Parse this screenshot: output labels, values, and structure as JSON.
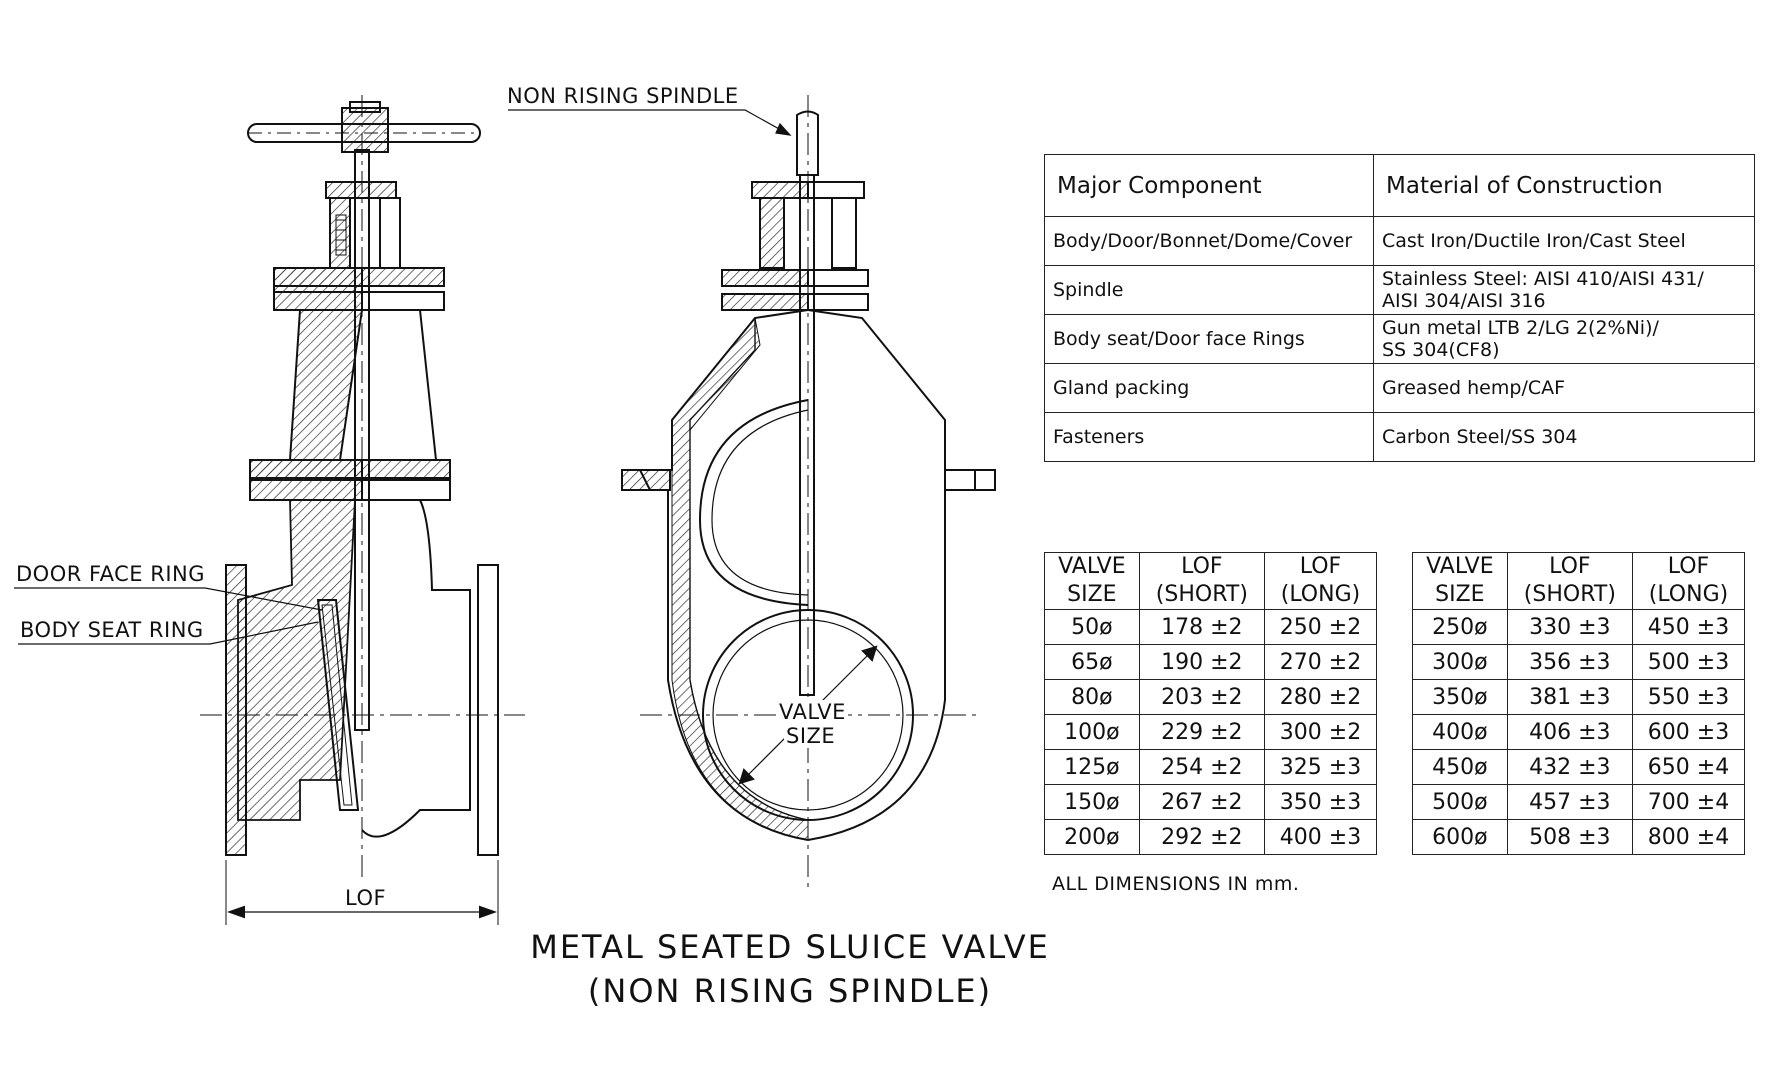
{
  "labels": {
    "non_rising_spindle": "NON RISING SPINDLE",
    "door_face_ring": "DOOR FACE RING",
    "body_seat_ring": "BODY SEAT RING",
    "valve_size_1": "VALVE",
    "valve_size_2": "SIZE",
    "lof": "LOF"
  },
  "title": {
    "line1": "METAL SEATED SLUICE VALVE",
    "line2": "(NON RISING SPINDLE)"
  },
  "materials": {
    "headers": [
      "Major Component",
      "Material of Construction"
    ],
    "rows": [
      [
        "Body/Door/Bonnet/Dome/Cover",
        "Cast Iron/Ductile Iron/Cast Steel",
        ""
      ],
      [
        "Spindle",
        "Stainless Steel: AISI 410/AISI 431/",
        "AISI 304/AISI 316"
      ],
      [
        "Body seat/Door face Rings",
        "Gun metal LTB 2/LG 2(2%Ni)/",
        "SS 304(CF8)"
      ],
      [
        "Gland packing",
        "Greased hemp/CAF",
        ""
      ],
      [
        "Fasteners",
        "Carbon Steel/SS 304",
        ""
      ]
    ]
  },
  "dimensions": {
    "headers": [
      [
        "VALVE",
        "SIZE"
      ],
      [
        "LOF",
        "(SHORT)"
      ],
      [
        "LOF",
        "(LONG)"
      ]
    ],
    "left_rows": [
      [
        "50ø",
        "178 ±2",
        "250 ±2"
      ],
      [
        "65ø",
        "190 ±2",
        "270 ±2"
      ],
      [
        "80ø",
        "203 ±2",
        "280 ±2"
      ],
      [
        "100ø",
        "229 ±2",
        "300 ±2"
      ],
      [
        "125ø",
        "254 ±2",
        "325 ±3"
      ],
      [
        "150ø",
        "267 ±2",
        "350 ±3"
      ],
      [
        "200ø",
        "292 ±2",
        "400 ±3"
      ]
    ],
    "right_rows": [
      [
        "250ø",
        "330 ±3",
        "450 ±3"
      ],
      [
        "300ø",
        "356 ±3",
        "500 ±3"
      ],
      [
        "350ø",
        "381 ±3",
        "550 ±3"
      ],
      [
        "400ø",
        "406 ±3",
        "600 ±3"
      ],
      [
        "450ø",
        "432 ±3",
        "650 ±4"
      ],
      [
        "500ø",
        "457 ±3",
        "700 ±4"
      ],
      [
        "600ø",
        "508 ±3",
        "800 ±4"
      ]
    ],
    "note": "ALL DIMENSIONS IN mm."
  }
}
